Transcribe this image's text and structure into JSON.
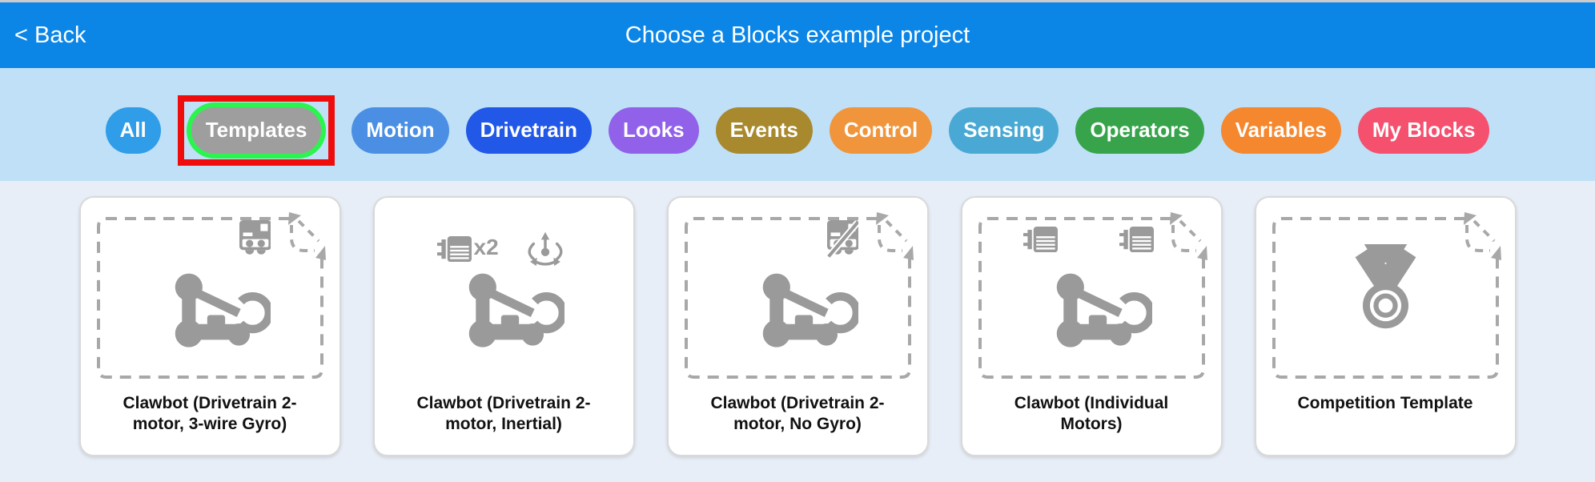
{
  "window": {
    "top_strip_color": "#cccccc"
  },
  "header": {
    "bg": "#0b86e7",
    "back_label": "< Back",
    "title": "Choose a Blocks example project",
    "text_color": "#ffffff"
  },
  "filter_bar": {
    "bg": "#bfe0f6",
    "pills": [
      {
        "label": "All",
        "color": "#2f9de8",
        "selected": false
      },
      {
        "label": "Templates",
        "color": "#9e9e9e",
        "selected": true,
        "ring_color": "#2bf44e",
        "annotation_color": "#ee0c0c"
      },
      {
        "label": "Motion",
        "color": "#4a8fe4",
        "selected": false
      },
      {
        "label": "Drivetrain",
        "color": "#2158e8",
        "selected": false
      },
      {
        "label": "Looks",
        "color": "#9161ea",
        "selected": false
      },
      {
        "label": "Events",
        "color": "#a8892e",
        "selected": false
      },
      {
        "label": "Control",
        "color": "#f0953c",
        "selected": false
      },
      {
        "label": "Sensing",
        "color": "#49a9d4",
        "selected": false
      },
      {
        "label": "Operators",
        "color": "#37a44c",
        "selected": false
      },
      {
        "label": "Variables",
        "color": "#f5872e",
        "selected": false
      },
      {
        "label": "My Blocks",
        "color": "#f5506e",
        "selected": false
      }
    ]
  },
  "content": {
    "bg": "#e8eef7",
    "icon_color": "#9a9a9a",
    "card_bg": "#ffffff",
    "card_border": "#d9d9d9",
    "dashed_color": "#a8a8a8",
    "title_color": "#111111",
    "cards": [
      {
        "title": "Clawbot (Drivetrain 2-motor, 3-wire Gyro)",
        "dashed_frame": true,
        "icons": [
          "gyro",
          "clawbot"
        ]
      },
      {
        "title": "Clawbot (Drivetrain 2-motor, Inertial)",
        "dashed_frame": false,
        "icons": [
          "motor",
          "inertial",
          "clawbot"
        ],
        "motor_badge": "x2"
      },
      {
        "title": "Clawbot (Drivetrain 2-motor, No Gyro)",
        "dashed_frame": true,
        "icons": [
          "no-gyro",
          "clawbot"
        ]
      },
      {
        "title": "Clawbot (Individual Motors)",
        "dashed_frame": true,
        "icons": [
          "motor",
          "motor",
          "clawbot"
        ]
      },
      {
        "title": "Competition Template",
        "dashed_frame": true,
        "icons": [
          "medal"
        ]
      }
    ]
  }
}
